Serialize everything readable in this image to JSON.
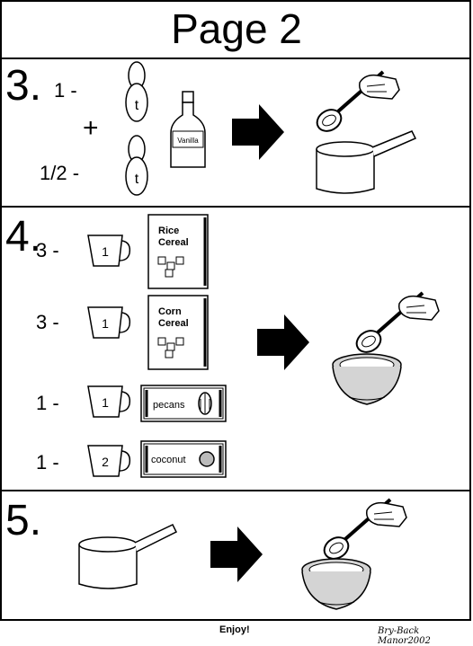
{
  "page_title": "Page 2",
  "step3": {
    "number": "3.",
    "qty1": "1 -",
    "plus": "+",
    "qty2": "1/2 -",
    "spoon_label": "t",
    "bottle_label": "Vanilla"
  },
  "step4": {
    "number": "4.",
    "rows": [
      {
        "qty": "3 -",
        "cup": "1",
        "item": "Rice Cereal",
        "line1": "Rice",
        "line2": "Cereal"
      },
      {
        "qty": "3 -",
        "cup": "1",
        "item": "Corn Cereal",
        "line1": "Corn",
        "line2": "Cereal"
      },
      {
        "qty": "1 -",
        "cup": "1",
        "item": "pecans"
      },
      {
        "qty": "1 -",
        "cup": "2",
        "item": "coconut"
      }
    ]
  },
  "step5": {
    "number": "5."
  },
  "footer": {
    "enjoy": "Enjoy!",
    "credit": "Bry-Back Manor2002"
  }
}
